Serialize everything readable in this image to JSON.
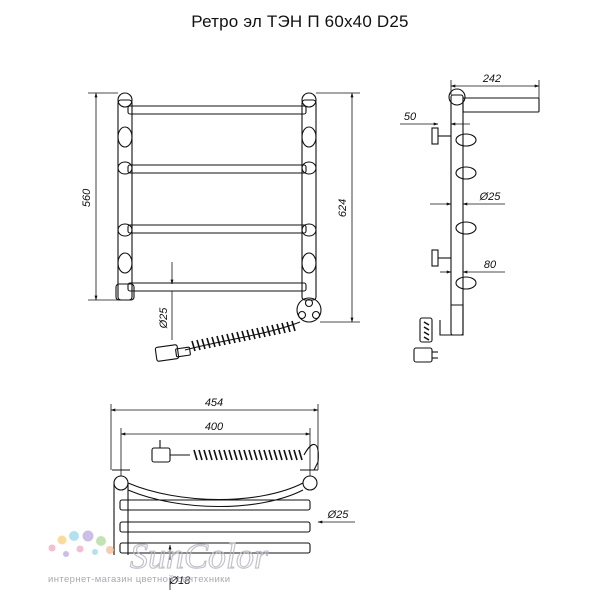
{
  "title": "Ретро эл ТЭН П 60х40  D25",
  "front_view": {
    "height_label": "560",
    "overall_height_label": "624",
    "heater_diameter_label": "Ø25"
  },
  "side_view": {
    "depth_label": "242",
    "bracket_label": "50",
    "pipe_diameter_label": "Ø25",
    "offset_label": "80"
  },
  "top_view": {
    "overall_width_label": "454",
    "axis_width_label": "400",
    "pipe_diameter_label": "Ø25",
    "small_diameter_label": "Ø18"
  },
  "watermark": {
    "brand": "SunColor",
    "tagline": "интернет-магазин цветной сантехники",
    "dot_colors": [
      "#f6b3c9",
      "#f9d68a",
      "#a6dcef",
      "#c5b3e6",
      "#b8e0a8",
      "#f7c59f"
    ]
  }
}
